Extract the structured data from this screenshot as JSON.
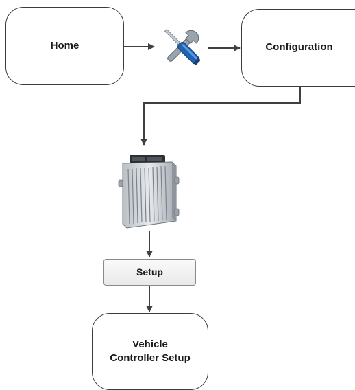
{
  "diagram": {
    "nodes": {
      "home": {
        "label": "Home"
      },
      "configuration": {
        "label": "Configuration"
      },
      "setup": {
        "label": "Setup"
      },
      "vehicle_controller_setup": {
        "line1": "Vehicle",
        "line2": "Controller Setup"
      }
    },
    "icons": {
      "tools": "wrench-screwdriver-icon",
      "controller": "controller-module-icon"
    },
    "colors": {
      "border": "#3c3c3c",
      "arrow": "#404040",
      "tool_blue": "#1f63b3",
      "tool_steel": "#9aa4ad"
    }
  }
}
